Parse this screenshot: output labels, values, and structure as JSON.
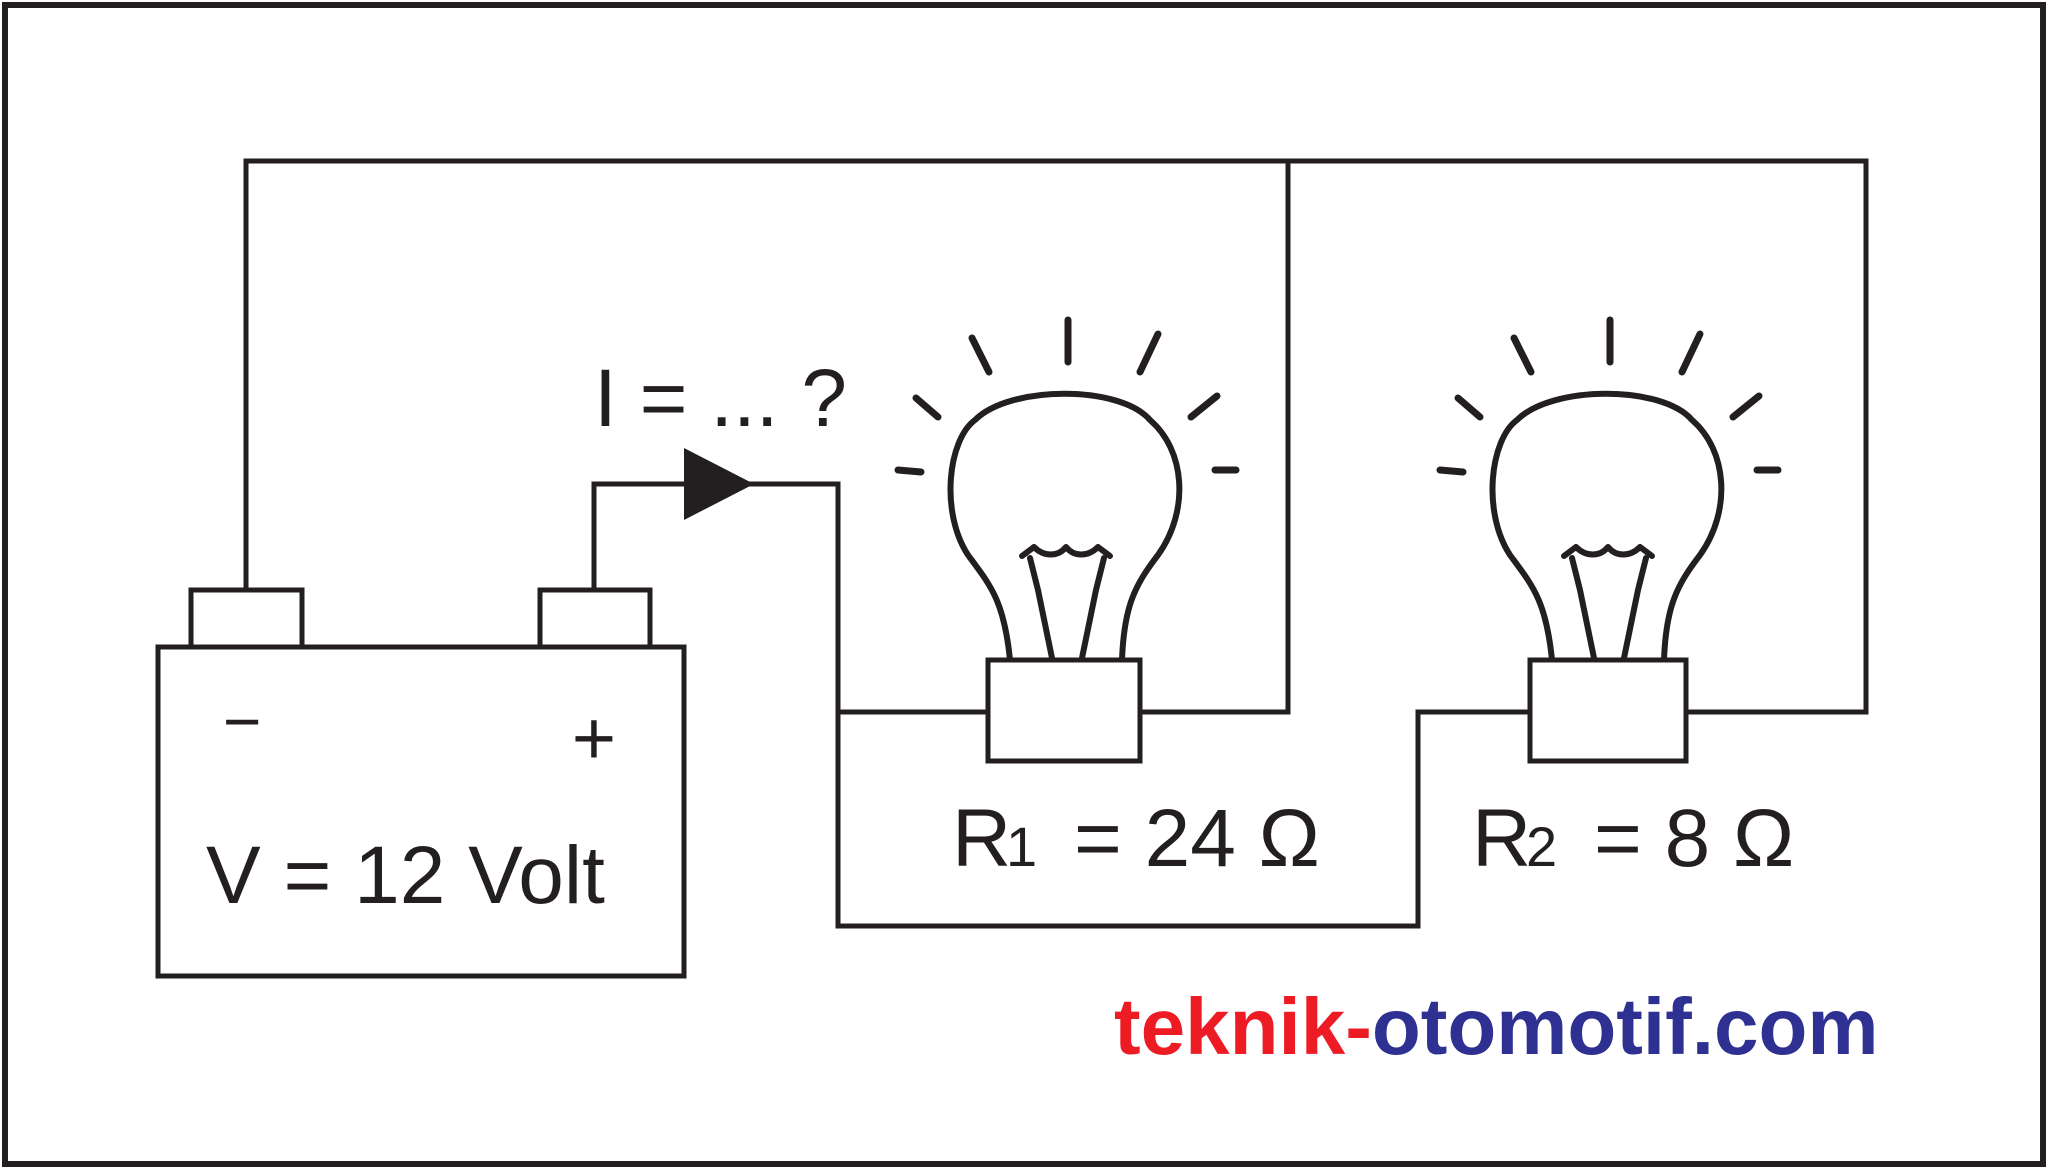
{
  "battery": {
    "minus_symbol": "−",
    "plus_symbol": "+",
    "voltage_label": "V = 12 Volt"
  },
  "current": {
    "label": "I = ... ?"
  },
  "resistor1": {
    "symbol": "R",
    "subscript": "1",
    "value": "= 24 Ω"
  },
  "resistor2": {
    "symbol": "R",
    "subscript": "2",
    "value": "= 8 Ω"
  },
  "watermark": {
    "part1": "teknik-",
    "part2": "otomotif.com",
    "color1": "#ed1c24",
    "color2": "#2e3192"
  }
}
